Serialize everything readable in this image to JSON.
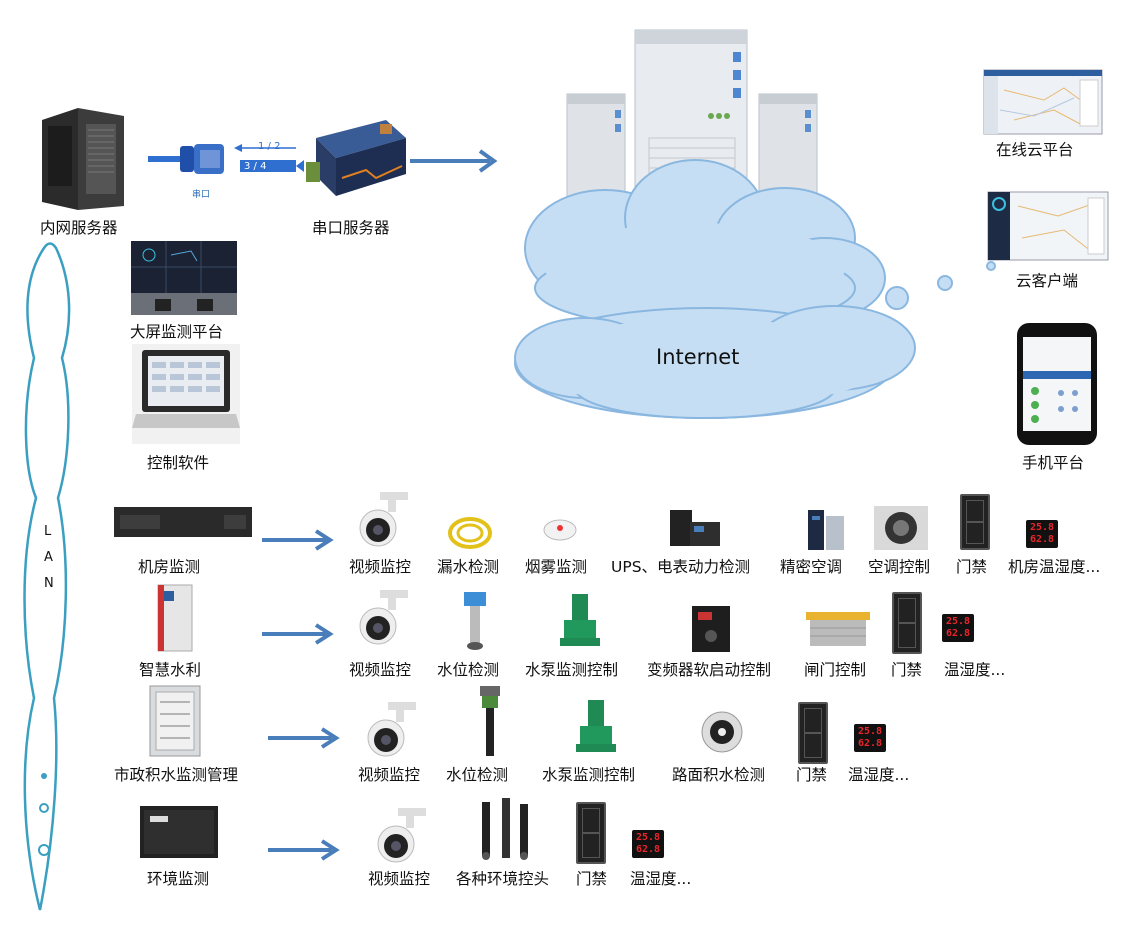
{
  "top": {
    "intranet_server": "内网服务器",
    "serial_label": "串口",
    "serial_port_1": "1 / 2",
    "serial_port_2": "3 / 4",
    "serial_server": "串口服务器",
    "internet": "Internet",
    "online_cloud": "在线云平台",
    "cloud_client": "云客户端",
    "mobile": "手机平台",
    "bigscreen": "大屏监测平台",
    "control_software": "控制软件"
  },
  "lan": [
    "L",
    "A",
    "N"
  ],
  "rows": [
    {
      "source": "机房监测",
      "devices": [
        "视频监控",
        "漏水检测",
        "烟雾监测",
        "UPS、电表动力检测",
        "精密空调",
        "空调控制",
        "门禁",
        "机房温湿度..."
      ]
    },
    {
      "source": "智慧水利",
      "devices": [
        "视频监控",
        "水位检测",
        "水泵监测控制",
        "变频器软启动控制",
        "闸门控制",
        "门禁",
        "温湿度..."
      ]
    },
    {
      "source": "市政积水监测管理",
      "devices": [
        "视频监控",
        "水位检测",
        "水泵监测控制",
        "路面积水检测",
        "门禁",
        "温湿度..."
      ]
    },
    {
      "source": "环境监测",
      "devices": [
        "视频监控",
        "各种环境控头",
        "门禁",
        "温湿度..."
      ]
    }
  ],
  "thermo_display": {
    "line1": "25.8",
    "line2": "62.8"
  },
  "colors": {
    "arrow": "#4a7ebb",
    "cloud_fill": "#c6def4",
    "cloud_stroke": "#8ab7e0",
    "lan_stroke": "#3a9fc0",
    "thermo_digits": "#e8252b"
  }
}
